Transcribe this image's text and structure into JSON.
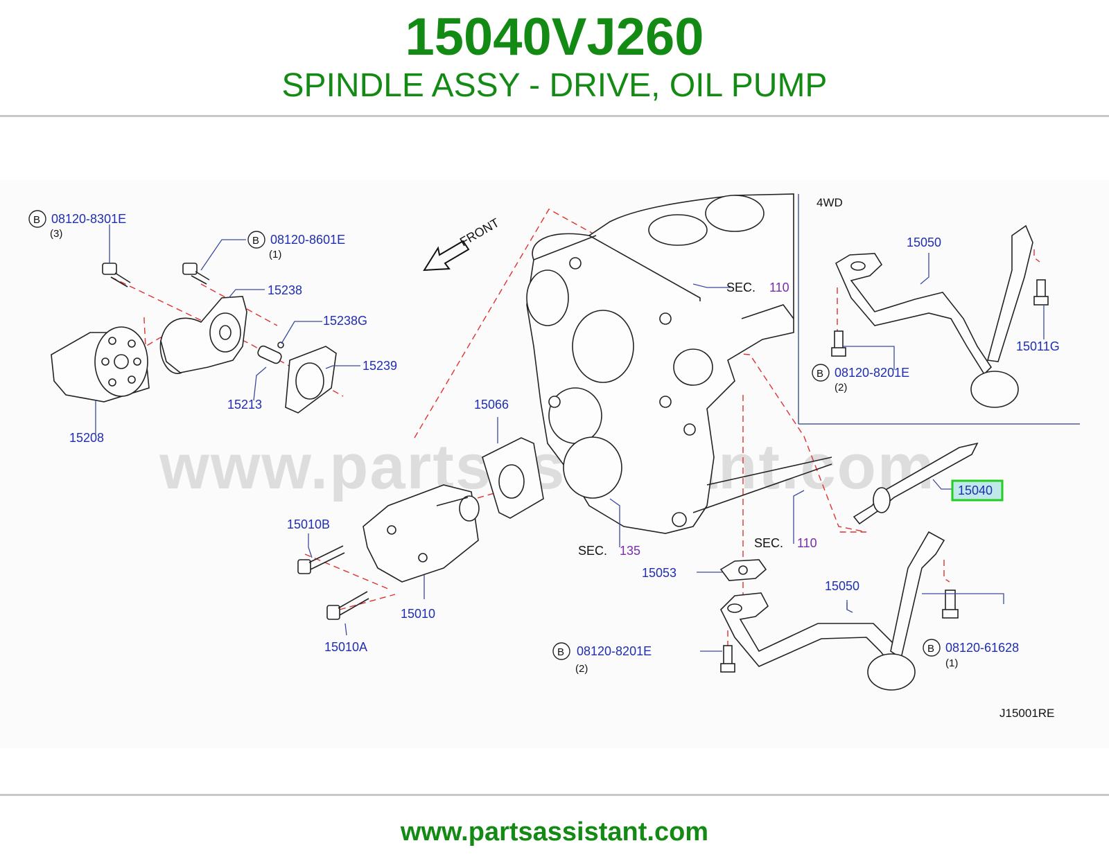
{
  "header": {
    "part_number": "15040VJ260",
    "part_name": "SPINDLE ASSY - DRIVE, OIL PUMP"
  },
  "diagram": {
    "watermark": "www.partsassistant.com",
    "front_label": "FRONT",
    "inset_label": "4WD",
    "drawing_code": "J15001RE",
    "callouts": {
      "c15238": "15238",
      "c15238g": "15238G",
      "c15239": "15239",
      "c15213": "15213",
      "c15208": "15208",
      "c15066": "15066",
      "c15010b": "15010B",
      "c15010": "15010",
      "c15010a": "15010A",
      "c15053": "15053",
      "c15050_main": "15050",
      "c15050_inset": "15050",
      "c15011g": "15011G",
      "c15040": "15040"
    },
    "bolts": [
      {
        "badge": "B",
        "part": "08120-8301E",
        "qty": "(3)"
      },
      {
        "badge": "B",
        "part": "08120-8601E",
        "qty": "(1)"
      },
      {
        "badge": "B",
        "part": "08120-8201E",
        "qty": "(2)"
      },
      {
        "badge": "B",
        "part": "08120-8201E",
        "qty": "(2)"
      },
      {
        "badge": "B",
        "part": "08120-61628",
        "qty": "(1)"
      }
    ],
    "sections": [
      {
        "label": "SEC.",
        "num": "110"
      },
      {
        "label": "SEC.",
        "num": "110"
      },
      {
        "label": "SEC.",
        "num": "135"
      }
    ],
    "highlighted_part": "15040",
    "colors": {
      "callout_text": "#1e2db4",
      "section_num": "#7a2ab0",
      "highlight_border": "#22cc22",
      "highlight_fill": "#bfe8e8",
      "dashed_line": "#e03030",
      "brand_green": "#138a13"
    }
  },
  "footer": {
    "url": "www.partsassistant.com"
  }
}
